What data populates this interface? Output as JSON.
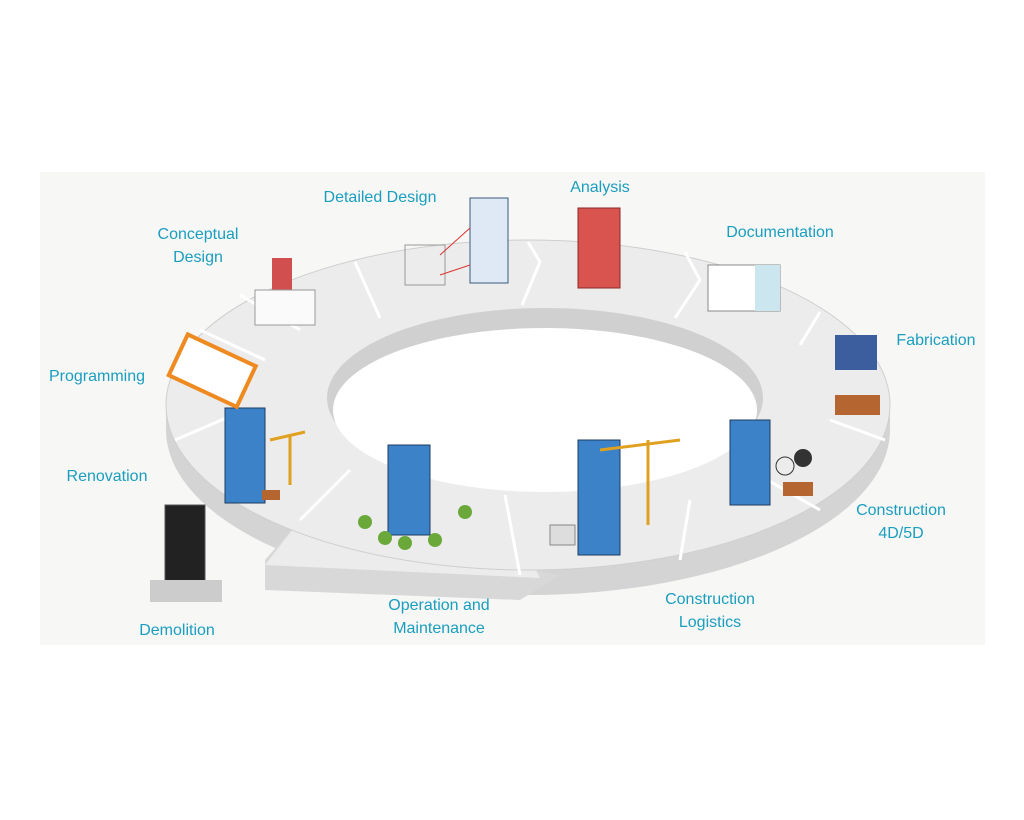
{
  "title": "Building lifecycle",
  "colors": {
    "label": "#1a9ec0",
    "ring_top": "#ebebeb",
    "ring_side": "#d6d6d6",
    "panel": "#f7f7f6"
  },
  "stages": [
    {
      "id": "detailed-design",
      "line1": "Detailed Design",
      "line2": ""
    },
    {
      "id": "analysis",
      "line1": "Analysis",
      "line2": ""
    },
    {
      "id": "documentation",
      "line1": "Documentation",
      "line2": ""
    },
    {
      "id": "fabrication",
      "line1": "Fabrication",
      "line2": ""
    },
    {
      "id": "construction-4d-5d",
      "line1": "Construction",
      "line2": "4D/5D"
    },
    {
      "id": "construction-logistics",
      "line1": "Construction",
      "line2": "Logistics"
    },
    {
      "id": "operation-maintenance",
      "line1": "Operation and",
      "line2": "Maintenance"
    },
    {
      "id": "demolition",
      "line1": "Demolition",
      "line2": ""
    },
    {
      "id": "renovation",
      "line1": "Renovation",
      "line2": ""
    },
    {
      "id": "programming",
      "line1": "Programming",
      "line2": ""
    },
    {
      "id": "conceptual-design",
      "line1": "Conceptual",
      "line2": "Design"
    }
  ]
}
